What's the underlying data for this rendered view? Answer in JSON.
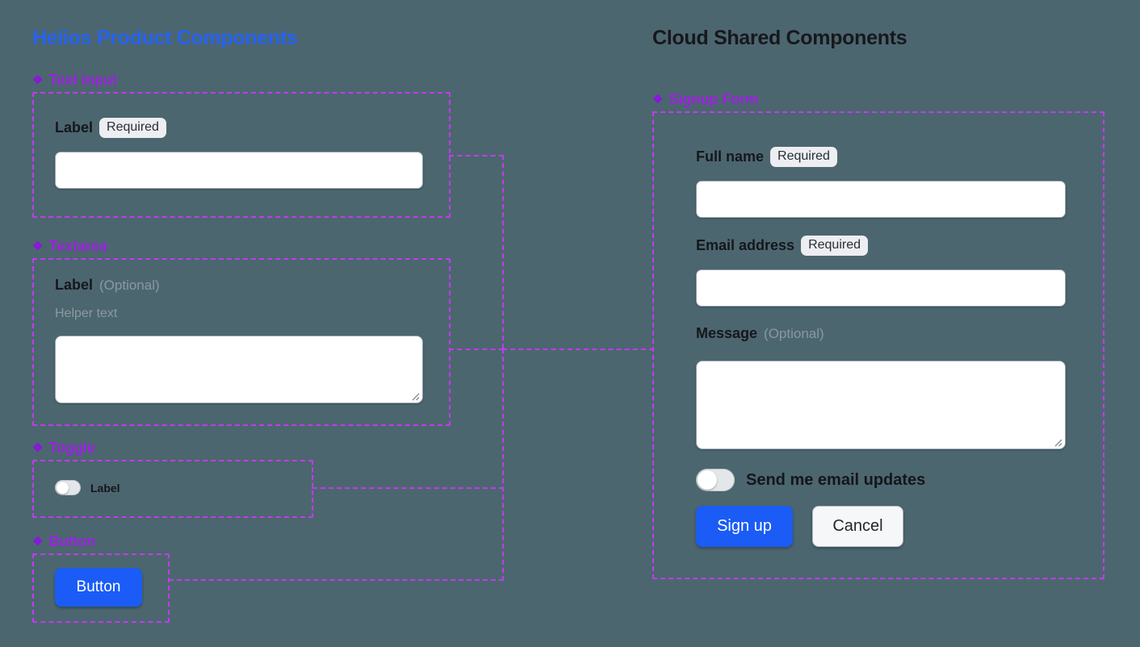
{
  "background_color": "#4c666f",
  "accent_colors": {
    "helios_title": "#2563f0",
    "section_label": "#9b22e0",
    "dashed_border": "#c23bf0",
    "primary_button": "#1a5cf5"
  },
  "left_panel": {
    "title": "Helios Product Components",
    "sections": [
      {
        "icon": "diamond-cluster-icon",
        "label": "Text Input",
        "field": {
          "label": "Label",
          "badge": "Required",
          "value": "",
          "placeholder": ""
        }
      },
      {
        "icon": "diamond-cluster-icon",
        "label": "Textarea",
        "field": {
          "label": "Label",
          "optional_note": "(Optional)",
          "helper_text": "Helper text",
          "value": "",
          "placeholder": ""
        }
      },
      {
        "icon": "diamond-cluster-icon",
        "label": "Toggle",
        "field": {
          "label": "Label",
          "state": "off"
        }
      },
      {
        "icon": "diamond-cluster-icon",
        "label": "Button",
        "field": {
          "label": "Button"
        }
      }
    ]
  },
  "right_panel": {
    "title": "Cloud Shared Components",
    "section": {
      "icon": "diamond-cluster-icon",
      "label": "Signup Form"
    },
    "form": {
      "full_name": {
        "label": "Full name",
        "badge": "Required",
        "value": "",
        "placeholder": ""
      },
      "email": {
        "label": "Email address",
        "badge": "Required",
        "value": "",
        "placeholder": ""
      },
      "message": {
        "label": "Message",
        "optional_note": "(Optional)",
        "value": "",
        "placeholder": ""
      },
      "updates_toggle": {
        "label": "Send me email updates",
        "state": "off"
      },
      "submit_button": "Sign up",
      "cancel_button": "Cancel"
    }
  },
  "icons": {
    "diamond_cluster": "❖"
  }
}
